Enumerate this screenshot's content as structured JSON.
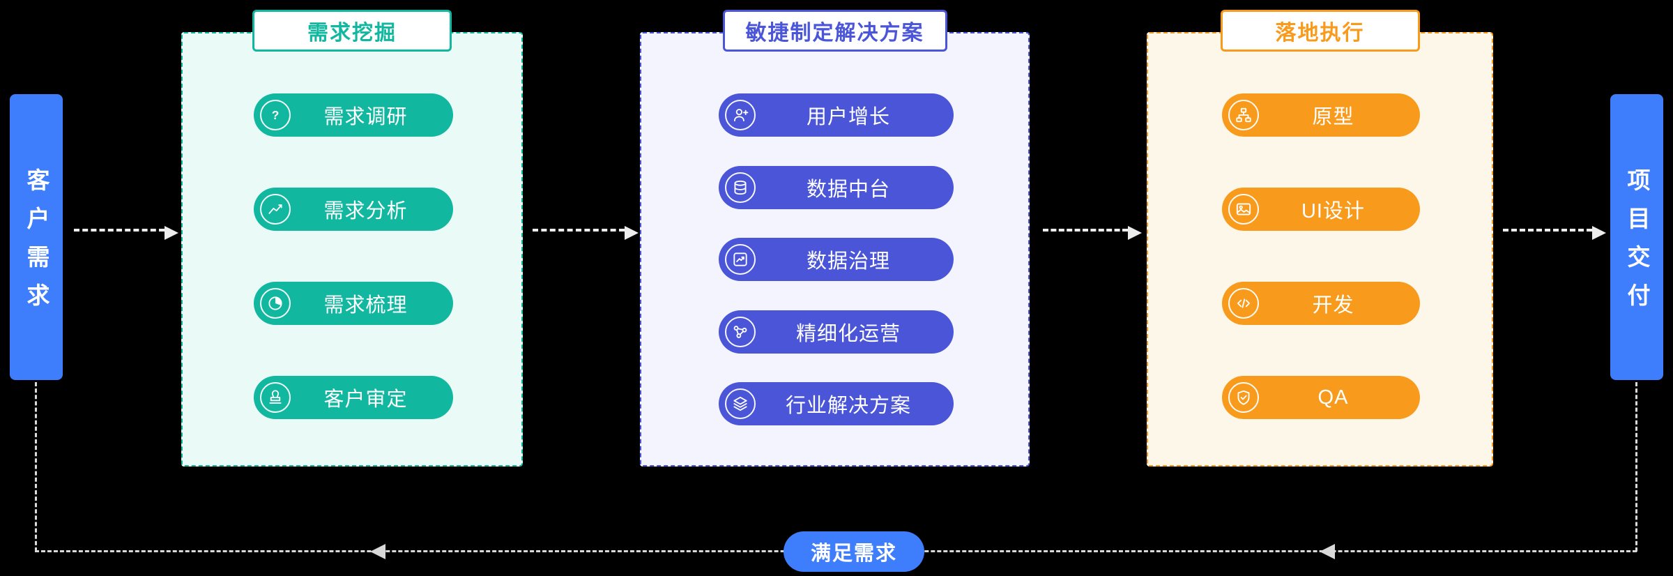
{
  "left_node": {
    "label": "客户需求"
  },
  "right_node": {
    "label": "项目交付"
  },
  "feedback_pill": {
    "label": "满足需求"
  },
  "columns": [
    {
      "title": "需求挖掘",
      "theme": "teal",
      "items": [
        {
          "label": "需求调研",
          "icon": "question-icon"
        },
        {
          "label": "需求分析",
          "icon": "trend-chart-icon"
        },
        {
          "label": "需求梳理",
          "icon": "pie-chart-icon"
        },
        {
          "label": "客户审定",
          "icon": "stamp-icon"
        }
      ]
    },
    {
      "title": "敏捷制定解决方案",
      "theme": "blue",
      "items": [
        {
          "label": "用户增长",
          "icon": "user-plus-icon"
        },
        {
          "label": "数据中台",
          "icon": "database-icon"
        },
        {
          "label": "数据治理",
          "icon": "data-governance-chart-icon"
        },
        {
          "label": "精细化运营",
          "icon": "network-nodes-icon"
        },
        {
          "label": "行业解决方案",
          "icon": "layers-icon"
        }
      ]
    },
    {
      "title": "落地执行",
      "theme": "orange",
      "items": [
        {
          "label": "原型",
          "icon": "sitemap-icon"
        },
        {
          "label": "UI设计",
          "icon": "image-icon"
        },
        {
          "label": "开发",
          "icon": "code-icon"
        },
        {
          "label": "QA",
          "icon": "shield-check-icon"
        }
      ]
    }
  ],
  "colors": {
    "teal": "#12b7a0",
    "teal-bg": "#eafaf6",
    "blue": "#4a55d8",
    "blue-bg": "#f3f4fd",
    "orange": "#f89b1c",
    "orange-bg": "#fdf7ea",
    "node-blue": "#3e7efc",
    "arrow": "#ededed",
    "loop": "#d9d9d9",
    "background": "#000000"
  }
}
